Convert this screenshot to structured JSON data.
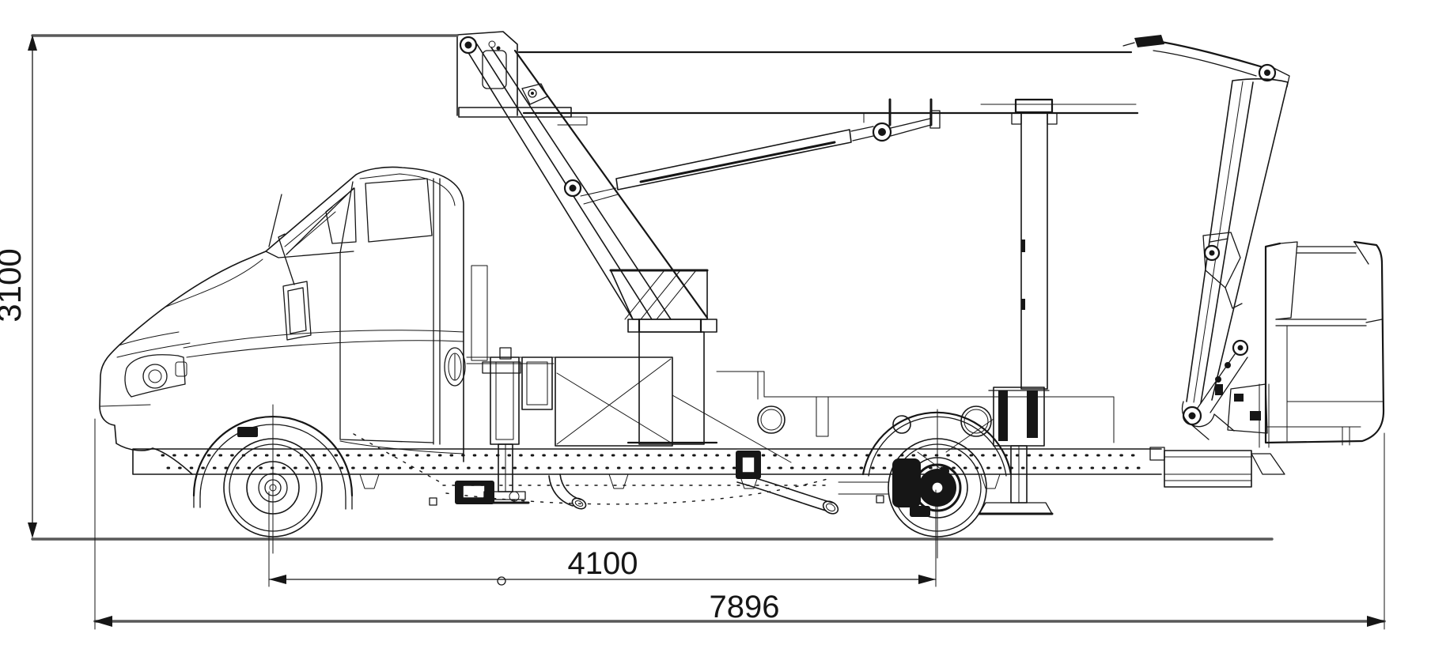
{
  "page": {
    "background_color": "#ffffff"
  },
  "drawing": {
    "type": "technical-line-drawing",
    "subject": "truck-mounted-aerial-work-platform-side-elevation",
    "line_color": "#161616",
    "dimension_line_color": "#595959"
  },
  "dimensions": {
    "overall_height": {
      "label": "3100",
      "orientation": "vertical",
      "position": "left-edge"
    },
    "wheelbase": {
      "label": "4100",
      "orientation": "horizontal",
      "position": "between-axle-centerlines"
    },
    "overall_length": {
      "label": "7896",
      "orientation": "horizontal",
      "position": "bottom-full-length"
    }
  },
  "components": [
    "truck-cab",
    "front-wheel",
    "rear-wheel",
    "chassis-frame",
    "subframe-boxes",
    "telescopic-boom",
    "boom-head",
    "lift-cylinder",
    "turret-pedestal",
    "support-mast",
    "articulated-jib",
    "work-basket",
    "front-stabilizer-jack",
    "rear-stabilizer-jack",
    "rear-overhang-beam",
    "exhaust-pipes",
    "ground-line"
  ]
}
